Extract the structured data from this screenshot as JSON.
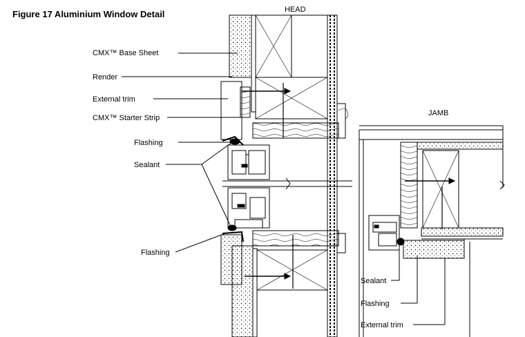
{
  "title": "Figure 17 Aluminium Window Detail",
  "section_labels": {
    "head": "HEAD",
    "jamb": "JAMB"
  },
  "callouts": {
    "cmx_base_sheet": "CMX™ Base Sheet",
    "render": "Render",
    "external_trim": "External trim",
    "cmx_starter_strip": "CMX™ Starter Strip",
    "flashing_top": "Flashing",
    "sealant": "Sealant",
    "flashing_bottom": "Flashing",
    "jamb_sealant": "Sealant",
    "jamb_flashing": "Flashing",
    "jamb_external_trim": "External trim"
  }
}
